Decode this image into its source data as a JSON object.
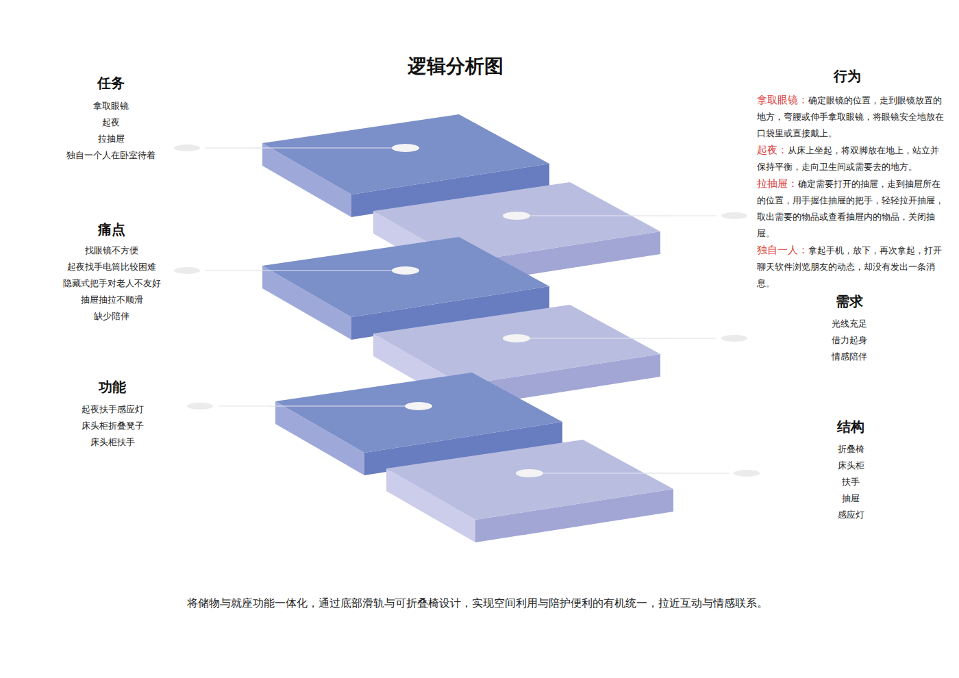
{
  "diagram": {
    "title": "逻辑分析图",
    "caption": "将储物与就座功能一体化，通过底部滑轨与可折叠椅设计，实现空间利用与陪护便利的有机统一，拉近互动与情感联系。",
    "labels": [
      "任务",
      "拿取眼镜",
      "起夜",
      "拉抽屉",
      "独自一个人在卧室待着",
      "行为",
      "拿取眼镜：",
      "确定眼镜的位置，走到眼镜放置的地方，弯腰或伸手拿取眼镜，将眼镜安全地放在口袋里或直接戴上。",
      "起夜：",
      "从床上坐起，将双脚放在地上，站立并保持平衡，走向卫生间或需要去的地方。",
      "拉抽屉：",
      "确定需要打开的抽屉，走到抽屉所在的位置，用手握住抽屉的把手，轻轻拉开抽屉，取出需要的物品或查看抽屉内的物品，关闭抽屉。",
      "独自一人：",
      "拿起手机，放下，再次拿起，打开聊天软件浏览朋友的动态，却没有发出一条消息。",
      "痛点",
      "找眼镜不方便",
      "起夜找手电筒比较困难",
      "隐藏式把手对老人不友好",
      "抽屉抽拉不顺滑",
      "缺少陪伴",
      "需求",
      "光线充足",
      "借力起身",
      "情感陪伴",
      "功能",
      "起夜扶手感应灯",
      "床头柜折叠凳子",
      "床头柜扶手",
      "结构",
      "折叠椅",
      "床头柜",
      "扶手",
      "抽屉",
      "感应灯"
    ]
  }
}
